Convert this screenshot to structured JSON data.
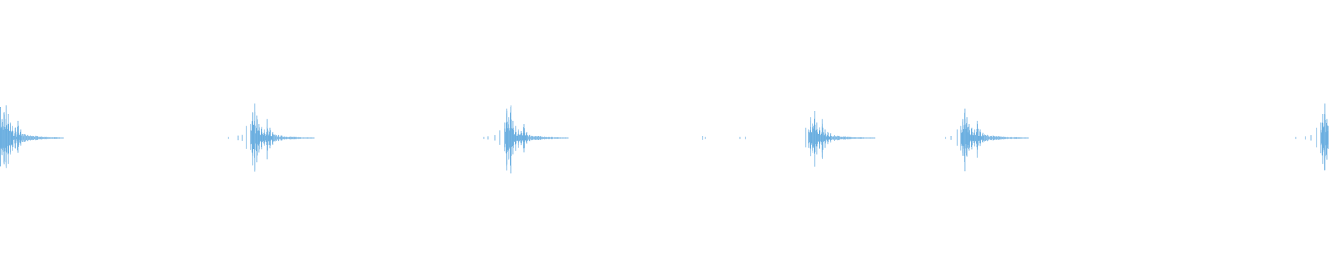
{
  "waveform": {
    "color": "#6aaee0",
    "background": "#ffffff",
    "bursts": [
      {
        "name": "burst-1",
        "preSpikes": [],
        "onset": 0,
        "peaks": [
          {
            "offset": 0,
            "amp": 0.9
          },
          {
            "offset": 3,
            "amp": 0.55
          },
          {
            "offset": 6,
            "amp": 0.75
          },
          {
            "offset": 9,
            "amp": 0.95
          },
          {
            "offset": 12,
            "amp": 0.7
          },
          {
            "offset": 15,
            "amp": 0.45
          },
          {
            "offset": 18,
            "amp": 0.35
          },
          {
            "offset": 22,
            "amp": 0.3
          },
          {
            "offset": 26,
            "amp": 0.5
          },
          {
            "offset": 30,
            "amp": 0.25
          }
        ],
        "tailLength": 62,
        "tailAmp": 0.14
      },
      {
        "name": "burst-2",
        "preSpikes": [
          {
            "offset": -32,
            "amp": 0.03
          },
          {
            "offset": -18,
            "amp": 0.07
          },
          {
            "offset": -12,
            "amp": 0.09
          },
          {
            "offset": -6,
            "amp": 0.35
          }
        ],
        "onset": 362,
        "peaks": [
          {
            "offset": 0,
            "amp": 0.4
          },
          {
            "offset": 3,
            "amp": 0.75
          },
          {
            "offset": 6,
            "amp": 1.0
          },
          {
            "offset": 9,
            "amp": 0.65
          },
          {
            "offset": 12,
            "amp": 0.4
          },
          {
            "offset": 16,
            "amp": 0.3
          },
          {
            "offset": 20,
            "amp": 0.25
          },
          {
            "offset": 24,
            "amp": 0.55
          },
          {
            "offset": 28,
            "amp": 0.3
          },
          {
            "offset": 32,
            "amp": 0.18
          }
        ],
        "tailLength": 60,
        "tailAmp": 0.12
      },
      {
        "name": "burst-3",
        "preSpikes": [
          {
            "offset": -30,
            "amp": 0.03
          },
          {
            "offset": -24,
            "amp": 0.05
          },
          {
            "offset": -14,
            "amp": 0.08
          },
          {
            "offset": -7,
            "amp": 0.22
          }
        ],
        "onset": 729,
        "peaks": [
          {
            "offset": 0,
            "amp": 0.45
          },
          {
            "offset": 3,
            "amp": 0.85
          },
          {
            "offset": 6,
            "amp": 0.6
          },
          {
            "offset": 9,
            "amp": 0.9
          },
          {
            "offset": 12,
            "amp": 0.5
          },
          {
            "offset": 16,
            "amp": 0.35
          },
          {
            "offset": 20,
            "amp": 0.25
          },
          {
            "offset": 24,
            "amp": 0.2
          },
          {
            "offset": 28,
            "amp": 0.4
          },
          {
            "offset": 32,
            "amp": 0.18
          }
        ],
        "tailLength": 60,
        "tailAmp": 0.12
      },
      {
        "name": "blip-group",
        "preSpikes": [
          {
            "offset": 0,
            "amp": 0.06
          },
          {
            "offset": 4,
            "amp": 0.03
          },
          {
            "offset": 54,
            "amp": 0.03
          },
          {
            "offset": 62,
            "amp": 0.04
          }
        ],
        "onset": 1015,
        "peaks": [],
        "tailLength": 0,
        "tailAmp": 0
      },
      {
        "name": "burst-4",
        "preSpikes": [
          {
            "offset": -4,
            "amp": 0.3
          }
        ],
        "onset": 1168,
        "peaks": [
          {
            "offset": 0,
            "amp": 0.25
          },
          {
            "offset": 3,
            "amp": 0.6
          },
          {
            "offset": 6,
            "amp": 0.42
          },
          {
            "offset": 9,
            "amp": 0.78
          },
          {
            "offset": 12,
            "amp": 0.45
          },
          {
            "offset": 16,
            "amp": 0.3
          },
          {
            "offset": 20,
            "amp": 0.55
          },
          {
            "offset": 24,
            "amp": 0.25
          },
          {
            "offset": 28,
            "amp": 0.18
          },
          {
            "offset": 32,
            "amp": 0.14
          }
        ],
        "tailLength": 64,
        "tailAmp": 0.1
      },
      {
        "name": "burst-5",
        "preSpikes": [
          {
            "offset": -22,
            "amp": 0.03
          },
          {
            "offset": -14,
            "amp": 0.06
          },
          {
            "offset": -5,
            "amp": 0.25
          }
        ],
        "onset": 1388,
        "peaks": [
          {
            "offset": 0,
            "amp": 0.35
          },
          {
            "offset": 3,
            "amp": 0.55
          },
          {
            "offset": 6,
            "amp": 0.85
          },
          {
            "offset": 9,
            "amp": 0.6
          },
          {
            "offset": 12,
            "amp": 0.4
          },
          {
            "offset": 16,
            "amp": 0.3
          },
          {
            "offset": 20,
            "amp": 0.25
          },
          {
            "offset": 24,
            "amp": 0.5
          },
          {
            "offset": 28,
            "amp": 0.25
          },
          {
            "offset": 32,
            "amp": 0.15
          }
        ],
        "tailLength": 66,
        "tailAmp": 0.12
      },
      {
        "name": "burst-6",
        "preSpikes": [
          {
            "offset": -36,
            "amp": 0.03
          },
          {
            "offset": -22,
            "amp": 0.05
          },
          {
            "offset": -14,
            "amp": 0.08
          },
          {
            "offset": -6,
            "amp": 0.3
          }
        ],
        "onset": 1908,
        "peaks": [
          {
            "offset": 0,
            "amp": 0.45
          },
          {
            "offset": 3,
            "amp": 0.7
          },
          {
            "offset": 6,
            "amp": 1.0
          },
          {
            "offset": 9,
            "amp": 0.55
          },
          {
            "offset": 11,
            "amp": 0.35
          }
        ],
        "tailLength": 0,
        "tailAmp": 0
      }
    ]
  }
}
